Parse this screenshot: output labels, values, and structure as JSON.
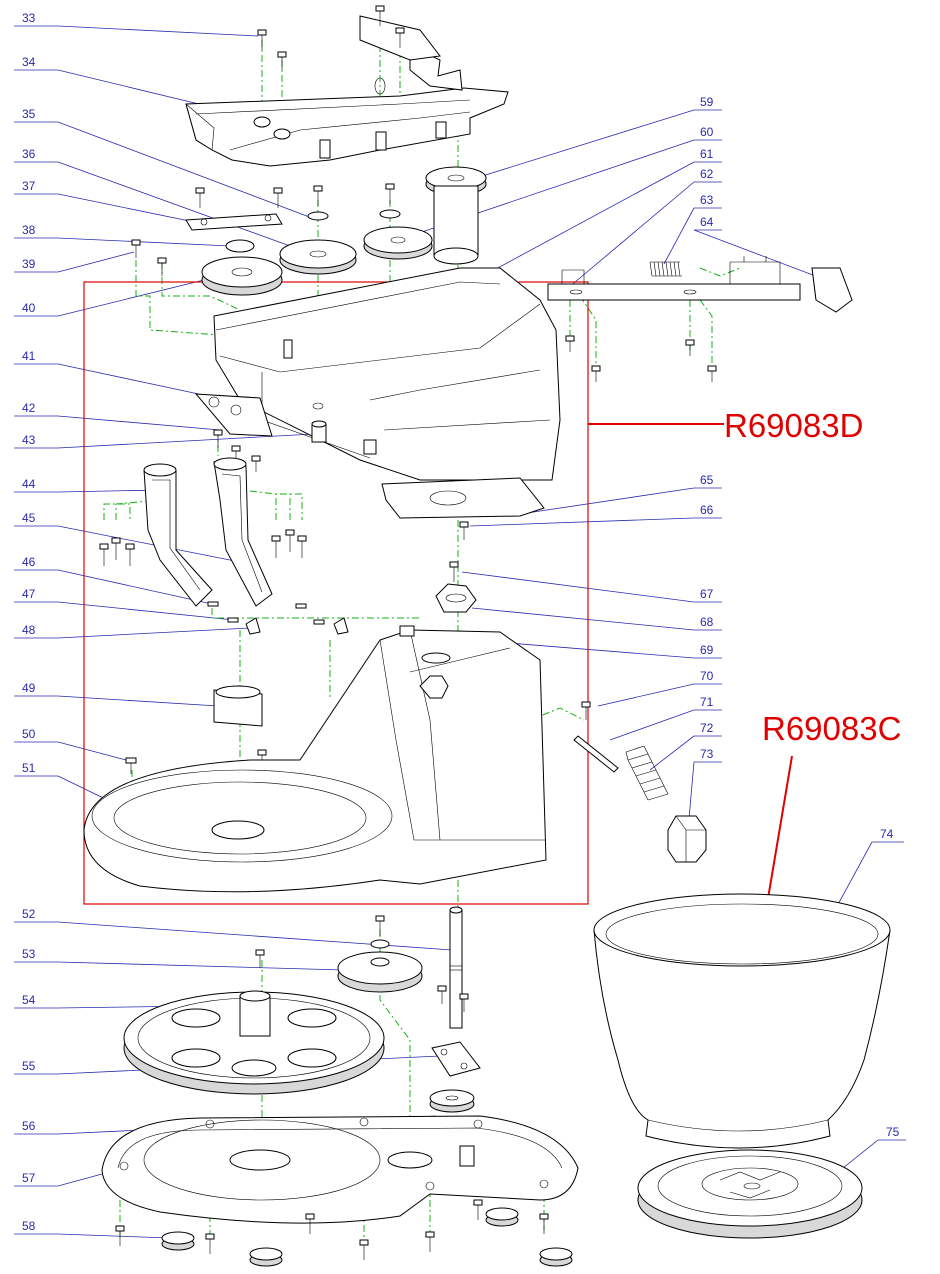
{
  "labels": {
    "l33": "33",
    "l34": "34",
    "l35": "35",
    "l36": "36",
    "l37": "37",
    "l38": "38",
    "l39": "39",
    "l40": "40",
    "l41": "41",
    "l42": "42",
    "l43": "43",
    "l44": "44",
    "l45": "45",
    "l46": "46",
    "l47": "47",
    "l48": "48",
    "l49": "49",
    "l50": "50",
    "l51": "51",
    "l52": "52",
    "l53": "53",
    "l54": "54",
    "l55": "55",
    "l56": "56",
    "l57": "57",
    "l58": "58",
    "l59": "59",
    "l60": "60",
    "l61": "61",
    "l62": "62",
    "l63": "63",
    "l64": "64",
    "l65": "65",
    "l66": "66",
    "l67": "67",
    "l68": "68",
    "l69": "69",
    "l70": "70",
    "l71": "71",
    "l72": "72",
    "l73": "73",
    "l74": "74",
    "l75": "75"
  },
  "assemblies": {
    "body": "R69083D",
    "bowl": "R69083C"
  },
  "colors": {
    "label_text": "#2a2ab0",
    "assembly_highlight": "#e00000",
    "centerline": "#16b016",
    "line_art": "#000000"
  }
}
